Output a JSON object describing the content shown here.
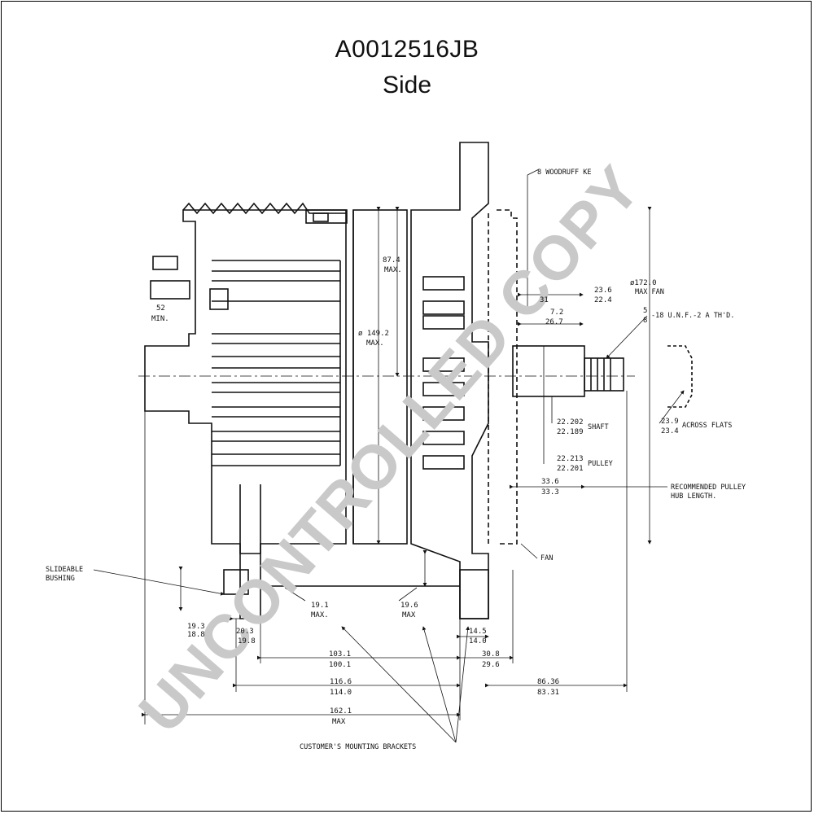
{
  "header": {
    "title": "A0012516JB",
    "subtitle": "Side"
  },
  "watermark": "UNCONTROLLED COPY",
  "callouts": {
    "woodruff_key": "8 WOODRUFF KE",
    "max_fan": "MAX FAN",
    "fan_dia": "ø172.0",
    "thread_a": "5",
    "thread_b": "8",
    "thread_c": "-18 U.N.F.-2 A TH'D.",
    "across_flats_top": "23.9",
    "across_flats_bot": "23.4",
    "across_flats": "ACROSS FLATS",
    "shaft_top": "22.202",
    "shaft_bot": "22.189",
    "shaft": "SHAFT",
    "pulley_top": "22.213",
    "pulley_bot": "22.201",
    "pulley": "PULLEY",
    "recommended_1": "RECOMMENDED PULLEY",
    "recommended_2": "HUB LENGTH.",
    "fan": "FAN",
    "slideable_1": "SLIDEABLE",
    "slideable_2": "BUSHING",
    "mounting_brackets": "CUSTOMER'S MOUNTING BRACKETS",
    "d874": "87.4",
    "d874_max": "MAX.",
    "d1492": "ø 149.2",
    "d1492_max": "MAX.",
    "d236": "23.6",
    "d224": "22.4",
    "d31": "31",
    "d72": "7.2",
    "d267": "26.7",
    "d336": "33.6",
    "d333": "33.3",
    "d52": "52",
    "d52_min": "MIN.",
    "d191": "19.1",
    "d191_max": "MAX.",
    "d196": "19.6",
    "d196_max": "MAX",
    "d193": "19.3",
    "d188": "18.8",
    "d203": "20.3",
    "d198": "19.8",
    "d145": "14.5",
    "d140": "14.0",
    "d1031": "103.1",
    "d1001": "100.1",
    "d308": "30.8",
    "d296": "29.6",
    "d1166": "116.6",
    "d1140": "114.0",
    "d8636": "86.36",
    "d8331": "83.31",
    "d1621": "162.1",
    "d1621_max": "MAX"
  }
}
